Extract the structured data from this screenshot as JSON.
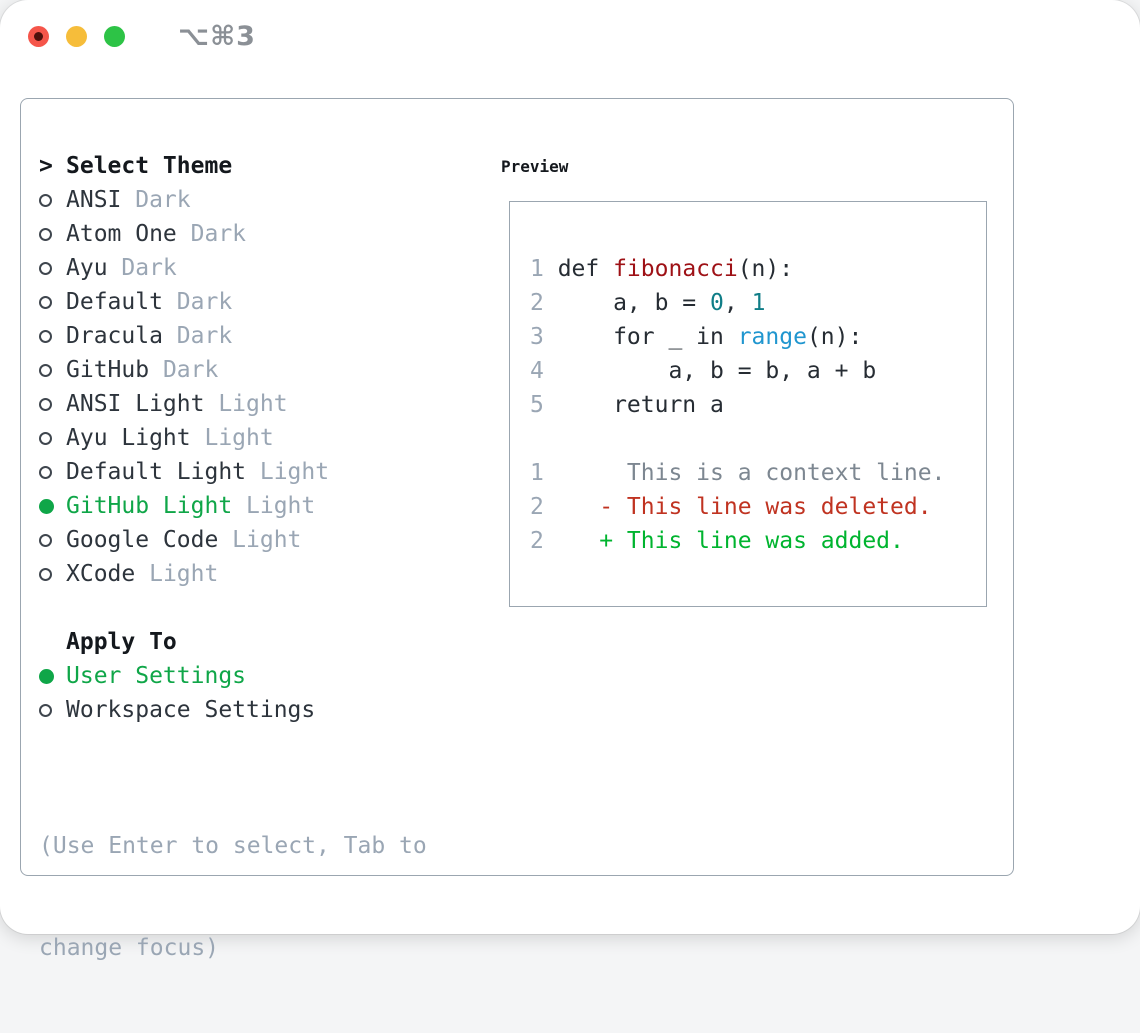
{
  "window": {
    "title": "⌥⌘3",
    "controls": [
      "close",
      "minimize",
      "zoom"
    ]
  },
  "theme_picker": {
    "prompt": ">",
    "title": "Select Theme",
    "items": [
      {
        "name": "ANSI",
        "variant": "Dark",
        "selected": false
      },
      {
        "name": "Atom One",
        "variant": "Dark",
        "selected": false
      },
      {
        "name": "Ayu",
        "variant": "Dark",
        "selected": false
      },
      {
        "name": "Default",
        "variant": "Dark",
        "selected": false
      },
      {
        "name": "Dracula",
        "variant": "Dark",
        "selected": false
      },
      {
        "name": "GitHub",
        "variant": "Dark",
        "selected": false
      },
      {
        "name": "ANSI Light",
        "variant": "Light",
        "selected": false
      },
      {
        "name": "Ayu Light",
        "variant": "Light",
        "selected": false
      },
      {
        "name": "Default Light",
        "variant": "Light",
        "selected": false
      },
      {
        "name": "GitHub Light",
        "variant": "Light",
        "selected": true
      },
      {
        "name": "Google Code",
        "variant": "Light",
        "selected": false
      },
      {
        "name": "XCode",
        "variant": "Light",
        "selected": false
      }
    ],
    "apply_to": {
      "title": "Apply To",
      "options": [
        {
          "label": "User Settings",
          "selected": true
        },
        {
          "label": "Workspace Settings",
          "selected": false
        }
      ]
    },
    "hint_lines": [
      "(Use Enter to select, Tab to",
      "change focus)"
    ]
  },
  "preview": {
    "title": "Preview",
    "code_lines": [
      {
        "no": "1",
        "tokens": [
          {
            "t": "def ",
            "c": "fg"
          },
          {
            "t": "fibonacci",
            "c": "func"
          },
          {
            "t": "(n):",
            "c": "fg"
          }
        ]
      },
      {
        "no": "2",
        "tokens": [
          {
            "t": "    a, b = ",
            "c": "fg"
          },
          {
            "t": "0",
            "c": "num"
          },
          {
            "t": ", ",
            "c": "fg"
          },
          {
            "t": "1",
            "c": "num"
          }
        ]
      },
      {
        "no": "3",
        "tokens": [
          {
            "t": "    for _ in ",
            "c": "fg"
          },
          {
            "t": "range",
            "c": "builtin"
          },
          {
            "t": "(n):",
            "c": "fg"
          }
        ]
      },
      {
        "no": "4",
        "tokens": [
          {
            "t": "        a, b = b, a + b",
            "c": "fg"
          }
        ]
      },
      {
        "no": "5",
        "tokens": [
          {
            "t": "    return a",
            "c": "fg"
          }
        ]
      }
    ],
    "diff_lines": [
      {
        "no": "1",
        "tokens": [
          {
            "t": "     This is a context line.",
            "c": "ctx"
          }
        ]
      },
      {
        "no": "2",
        "tokens": [
          {
            "t": "   - This line was deleted.",
            "c": "del"
          }
        ]
      },
      {
        "no": "2",
        "tokens": [
          {
            "t": "   + This line was added.",
            "c": "add"
          }
        ]
      }
    ]
  },
  "colors": {
    "accent_green": "#0fa648",
    "added_green": "#00b42f",
    "deleted_red": "#c03321",
    "function_red": "#9e1116",
    "number_teal": "#0f7d87",
    "builtin_blue": "#2096cf",
    "text_primary": "#2d343c",
    "text_muted": "#9aa6b4",
    "text_context": "#7d8791",
    "border": "#9ba6b0",
    "traffic_red": "#f5554a",
    "traffic_yellow": "#f6bd3a",
    "traffic_green": "#2dc346"
  }
}
